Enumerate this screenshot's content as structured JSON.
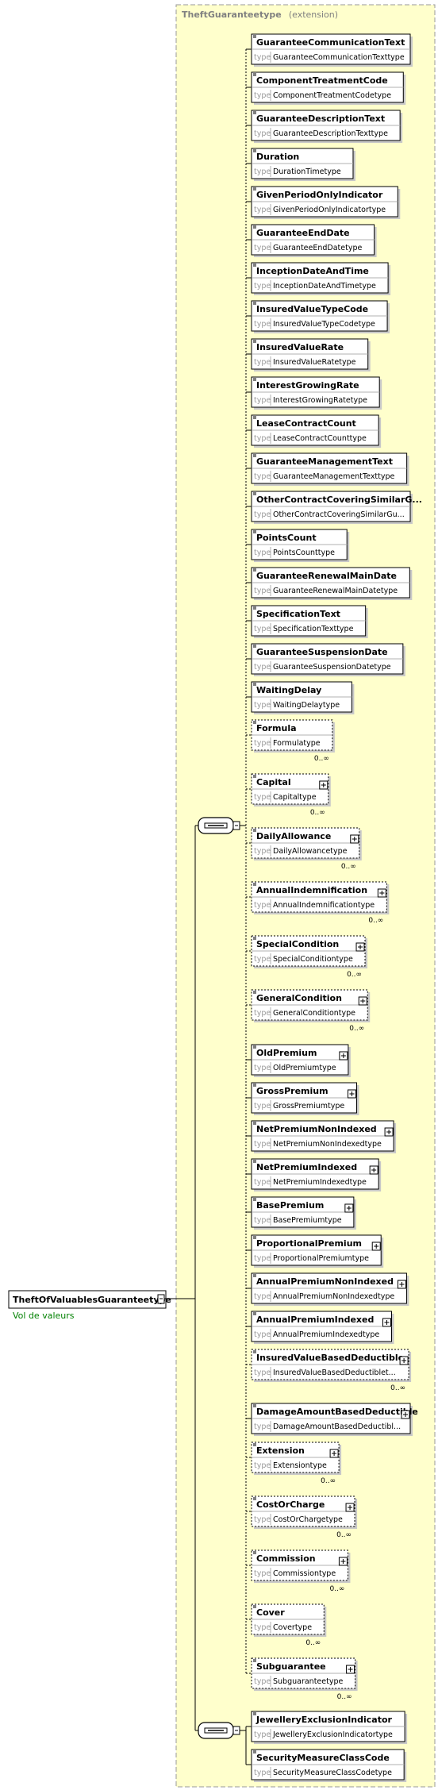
{
  "complex_type": {
    "name": "TheftGuaranteetype",
    "annotation": "(extension)"
  },
  "root": {
    "name": "TheftOfValuablesGuaranteetype",
    "documentation": "Vol de valeurs"
  },
  "type_keyword": "type",
  "sequence_1_elements": [
    {
      "name": "GuaranteeCommunicationText",
      "type": "GuaranteeCommunicationTexttype"
    },
    {
      "name": "ComponentTreatmentCode",
      "type": "ComponentTreatmentCodetype"
    },
    {
      "name": "GuaranteeDescriptionText",
      "type": "GuaranteeDescriptionTexttype"
    },
    {
      "name": "Duration",
      "type": "DurationTimetype"
    },
    {
      "name": "GivenPeriodOnlyIndicator",
      "type": "GivenPeriodOnlyIndicatortype"
    },
    {
      "name": "GuaranteeEndDate",
      "type": "GuaranteeEndDatetype"
    },
    {
      "name": "InceptionDateAndTime",
      "type": "InceptionDateAndTimetype"
    },
    {
      "name": "InsuredValueTypeCode",
      "type": "InsuredValueTypeCodetype"
    },
    {
      "name": "InsuredValueRate",
      "type": "InsuredValueRatetype"
    },
    {
      "name": "InterestGrowingRate",
      "type": "InterestGrowingRatetype"
    },
    {
      "name": "LeaseContractCount",
      "type": "LeaseContractCounttype"
    },
    {
      "name": "GuaranteeManagementText",
      "type": "GuaranteeManagementTexttype"
    },
    {
      "name": "OtherContractCoveringSimilarG...",
      "type": "OtherContractCoveringSimilarGu..."
    },
    {
      "name": "PointsCount",
      "type": "PointsCounttype"
    },
    {
      "name": "GuaranteeRenewalMainDate",
      "type": "GuaranteeRenewalMainDatetype"
    },
    {
      "name": "SpecificationText",
      "type": "SpecificationTexttype"
    },
    {
      "name": "GuaranteeSuspensionDate",
      "type": "GuaranteeSuspensionDatetype"
    },
    {
      "name": "WaitingDelay",
      "type": "WaitingDelaytype"
    },
    {
      "name": "Formula",
      "type": "Formulatype",
      "cardinality": "0..∞"
    },
    {
      "name": "Capital",
      "type": "Capitaltype",
      "cardinality": "0..∞",
      "expandable": true
    },
    {
      "name": "DailyAllowance",
      "type": "DailyAllowancetype",
      "cardinality": "0..∞",
      "expandable": true
    },
    {
      "name": "AnnualIndemnification",
      "type": "AnnualIndemnificationtype",
      "cardinality": "0..∞",
      "expandable": true
    },
    {
      "name": "SpecialCondition",
      "type": "SpecialConditiontype",
      "cardinality": "0..∞",
      "expandable": true
    },
    {
      "name": "GeneralCondition",
      "type": "GeneralConditiontype",
      "cardinality": "0..∞",
      "expandable": true
    },
    {
      "name": "OldPremium",
      "type": "OldPremiumtype",
      "expandable": true
    },
    {
      "name": "GrossPremium",
      "type": "GrossPremiumtype",
      "expandable": true
    },
    {
      "name": "NetPremiumNonIndexed",
      "type": "NetPremiumNonIndexedtype",
      "expandable": true
    },
    {
      "name": "NetPremiumIndexed",
      "type": "NetPremiumIndexedtype",
      "expandable": true
    },
    {
      "name": "BasePremium",
      "type": "BasePremiumtype",
      "expandable": true
    },
    {
      "name": "ProportionalPremium",
      "type": "ProportionalPremiumtype",
      "expandable": true
    },
    {
      "name": "AnnualPremiumNonIndexed",
      "type": "AnnualPremiumNonIndexedtype",
      "expandable": true
    },
    {
      "name": "AnnualPremiumIndexed",
      "type": "AnnualPremiumIndexedtype",
      "expandable": true
    },
    {
      "name": "InsuredValueBasedDeductible",
      "type": "InsuredValueBasedDeductiblet...",
      "cardinality": "0..∞",
      "expandable": true
    },
    {
      "name": "DamageAmountBasedDeductible",
      "type": "DamageAmountBasedDeductibl...",
      "expandable": true
    },
    {
      "name": "Extension",
      "type": "Extensiontype",
      "cardinality": "0..∞",
      "expandable": true
    },
    {
      "name": "CostOrCharge",
      "type": "CostOrChargetype",
      "cardinality": "0..∞",
      "expandable": true
    },
    {
      "name": "Commission",
      "type": "Commissiontype",
      "cardinality": "0..∞",
      "expandable": true
    },
    {
      "name": "Cover",
      "type": "Covertype",
      "cardinality": "0..∞"
    },
    {
      "name": "Subguarantee",
      "type": "Subguaranteetype",
      "cardinality": "0..∞",
      "expandable": true
    }
  ],
  "sequence_2_elements": [
    {
      "name": "JewelleryExclusionIndicator",
      "type": "JewelleryExclusionIndicatortype"
    },
    {
      "name": "SecurityMeasureClassCode",
      "type": "SecurityMeasureClassCodetype"
    }
  ],
  "colors": {
    "extension_fill": "#ffffcc",
    "extension_border": "#999999",
    "element_fill": "#ffffff",
    "line": "#000000",
    "type_keyword": "#9a9a9a",
    "documentation": "#008000"
  }
}
